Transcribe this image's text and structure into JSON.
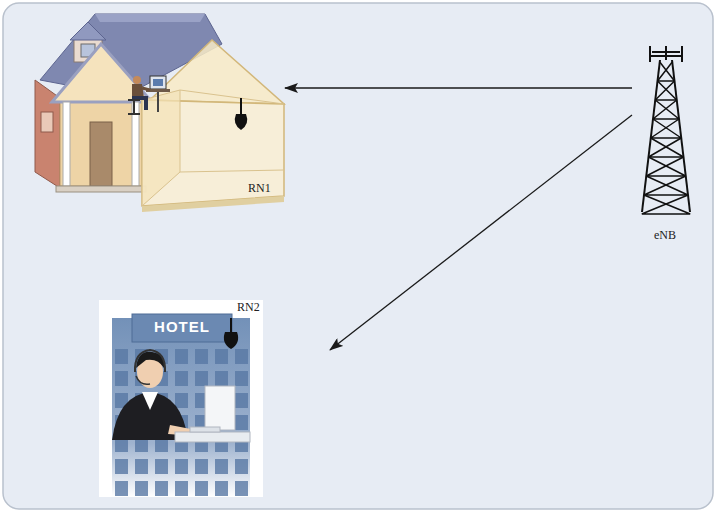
{
  "diagram": {
    "nodes": [
      {
        "text": [
          "RN1"
        ]
      },
      {
        "text": [
          "eNB"
        ]
      },
      {
        "text": [
          "HOTEL",
          "RN2"
        ]
      }
    ],
    "edges": [
      {
        "from": 1,
        "to": 0,
        "arrow": "to"
      },
      {
        "from": 1,
        "to": 2,
        "arrow": "to"
      }
    ]
  }
}
